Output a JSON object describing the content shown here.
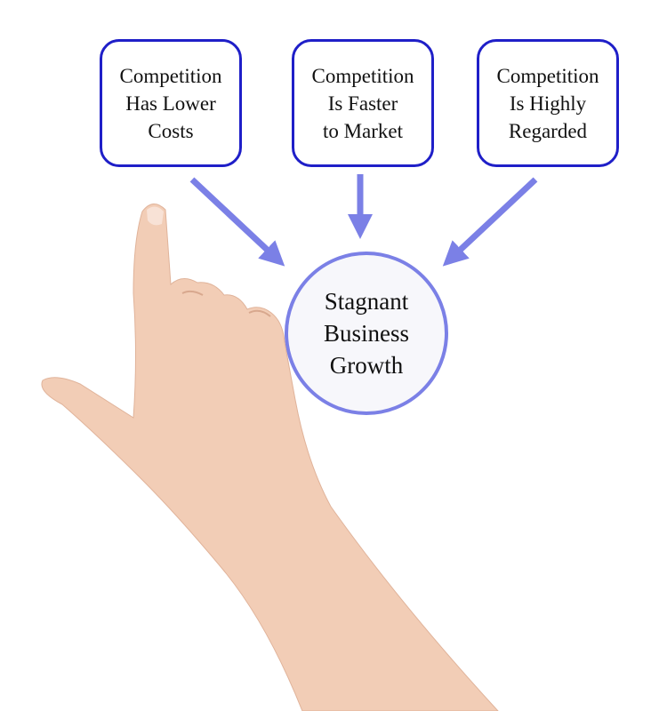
{
  "boxes": [
    {
      "text": "Competition\nHas Lower\nCosts"
    },
    {
      "text": "Competition\nIs Faster\nto Market"
    },
    {
      "text": "Competition\nIs Highly\nRegarded"
    }
  ],
  "center": {
    "text": "Stagnant\nBusiness\nGrowth"
  },
  "colors": {
    "box_border": "#1f1fc8",
    "arrow": "#7b80e6",
    "skin": "#f2cdb6"
  }
}
